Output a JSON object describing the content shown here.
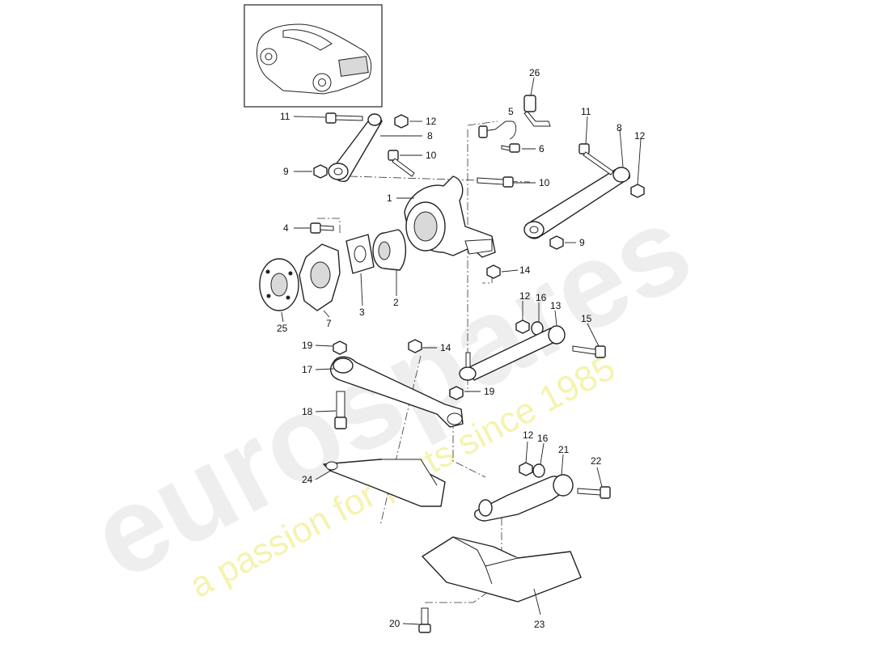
{
  "watermark": {
    "brand": "eurospares",
    "tagline": "a passion for parts since 1985"
  },
  "callouts": [
    {
      "id": "c1",
      "text": "1"
    },
    {
      "id": "c2",
      "text": "2"
    },
    {
      "id": "c3",
      "text": "3"
    },
    {
      "id": "c4",
      "text": "4"
    },
    {
      "id": "c5",
      "text": "5"
    },
    {
      "id": "c6",
      "text": "6"
    },
    {
      "id": "c7",
      "text": "7"
    },
    {
      "id": "c8a",
      "text": "8"
    },
    {
      "id": "c8b",
      "text": "8"
    },
    {
      "id": "c9a",
      "text": "9"
    },
    {
      "id": "c9b",
      "text": "9"
    },
    {
      "id": "c10a",
      "text": "10"
    },
    {
      "id": "c10b",
      "text": "10"
    },
    {
      "id": "c11a",
      "text": "11"
    },
    {
      "id": "c11b",
      "text": "11"
    },
    {
      "id": "c12a",
      "text": "12"
    },
    {
      "id": "c12b",
      "text": "12"
    },
    {
      "id": "c12c",
      "text": "12"
    },
    {
      "id": "c12d",
      "text": "12"
    },
    {
      "id": "c13",
      "text": "13"
    },
    {
      "id": "c14a",
      "text": "14"
    },
    {
      "id": "c14b",
      "text": "14"
    },
    {
      "id": "c15",
      "text": "15"
    },
    {
      "id": "c16a",
      "text": "16"
    },
    {
      "id": "c16b",
      "text": "16"
    },
    {
      "id": "c17",
      "text": "17"
    },
    {
      "id": "c18",
      "text": "18"
    },
    {
      "id": "c19a",
      "text": "19"
    },
    {
      "id": "c19b",
      "text": "19"
    },
    {
      "id": "c20",
      "text": "20"
    },
    {
      "id": "c21",
      "text": "21"
    },
    {
      "id": "c22",
      "text": "22"
    },
    {
      "id": "c23",
      "text": "23"
    },
    {
      "id": "c24",
      "text": "24"
    },
    {
      "id": "c25",
      "text": "25"
    },
    {
      "id": "c26",
      "text": "26"
    }
  ]
}
